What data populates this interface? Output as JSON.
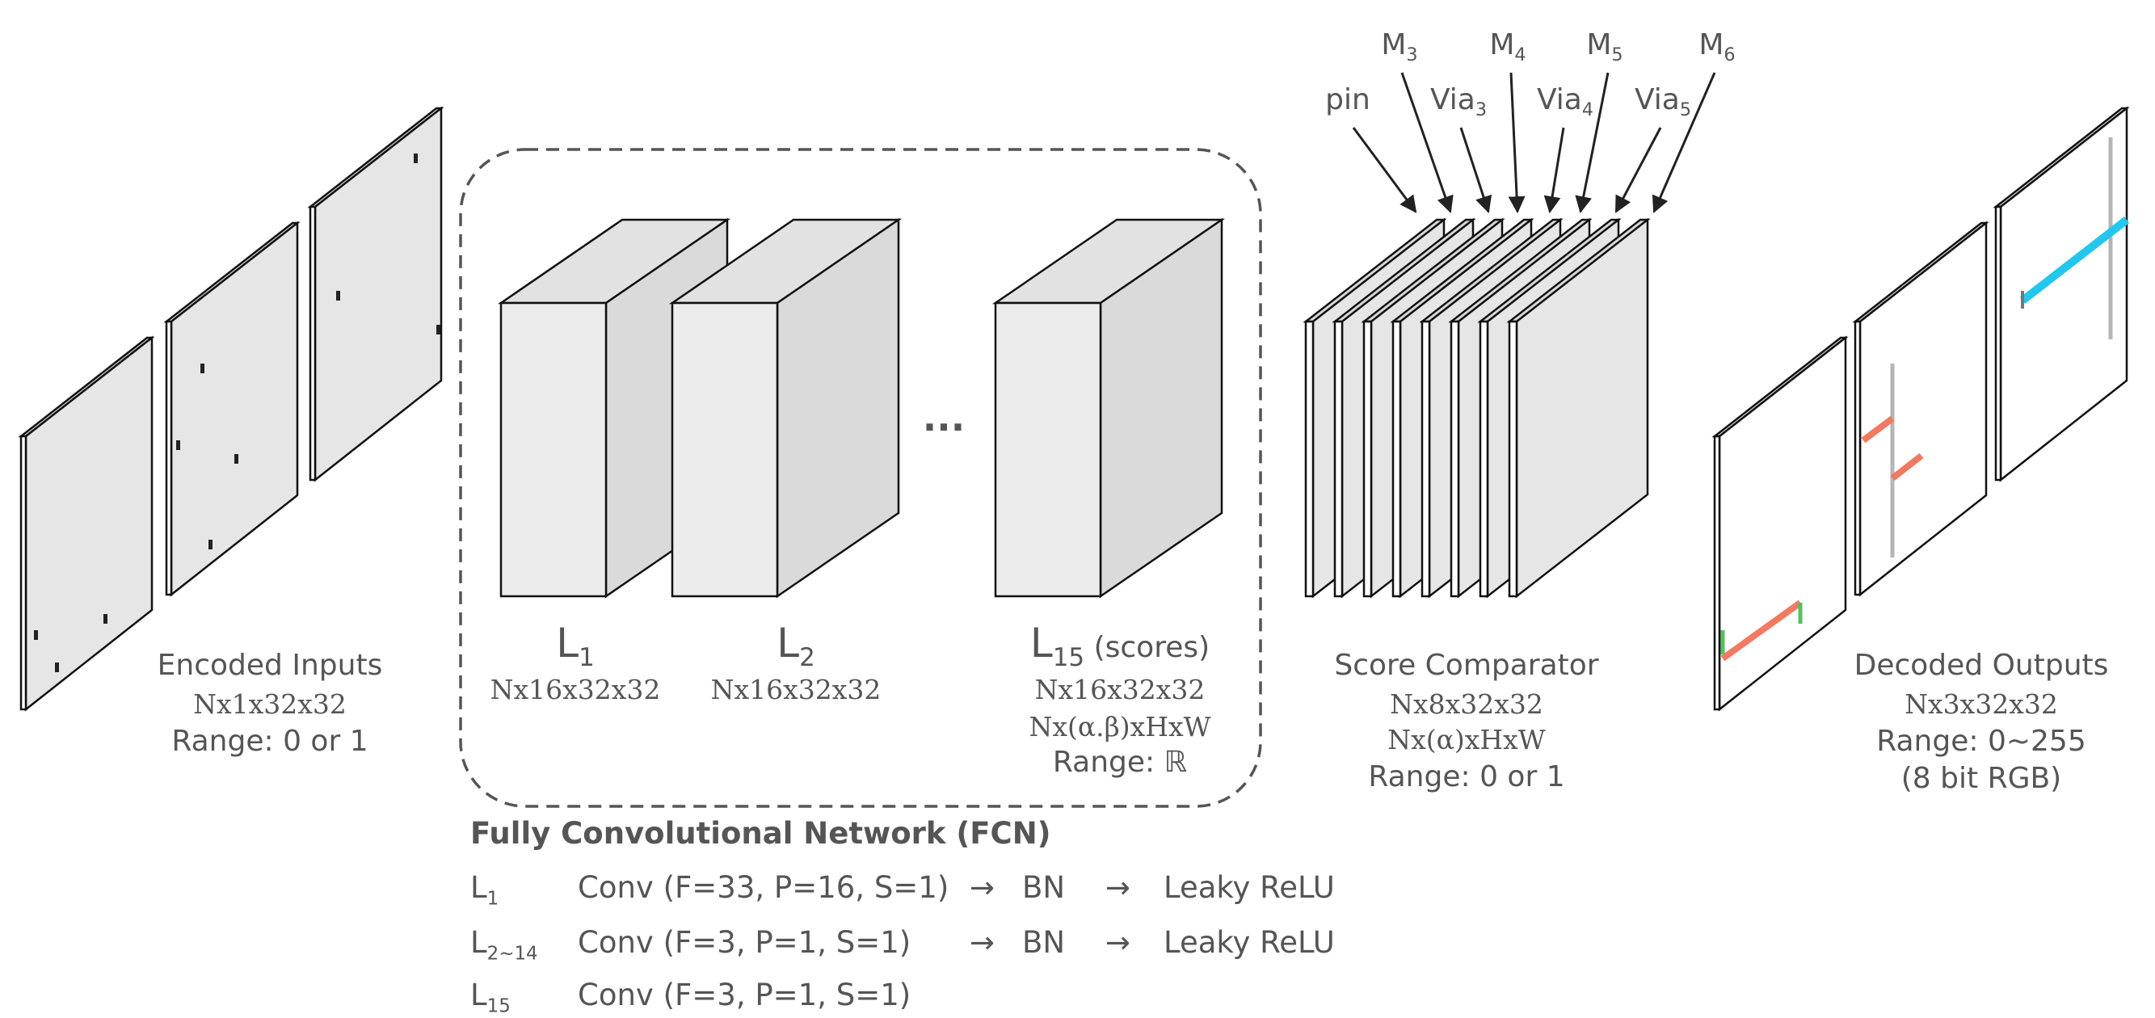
{
  "inputs": {
    "title": "Encoded Inputs",
    "shape": "Nx1x32x32",
    "range": "Range: 0 or 1"
  },
  "layers": [
    {
      "letter": "L",
      "sub": "1",
      "extra": "",
      "shape": "Nx16x32x32"
    },
    {
      "letter": "L",
      "sub": "2",
      "extra": "",
      "shape": "Nx16x32x32"
    },
    {
      "letter": "L",
      "sub": "15",
      "extra": " (scores)",
      "shape": "Nx16x32x32",
      "shape2": "Nx(α.β)xHxW",
      "range": "Range: ℝ"
    }
  ],
  "ellipsis": "...",
  "comparator": {
    "title": "Score Comparator",
    "shape": "Nx8x32x32",
    "shape2": "Nx(α)xHxW",
    "range": "Range: 0 or 1",
    "channels": [
      {
        "base": "pin",
        "sub": ""
      },
      {
        "base": "M",
        "sub": "3"
      },
      {
        "base": "Via",
        "sub": "3"
      },
      {
        "base": "M",
        "sub": "4"
      },
      {
        "base": "Via",
        "sub": "4"
      },
      {
        "base": "M",
        "sub": "5"
      },
      {
        "base": "Via",
        "sub": "5"
      },
      {
        "base": "M",
        "sub": "6"
      }
    ]
  },
  "outputs": {
    "title": "Decoded Outputs",
    "shape": "Nx3x32x32",
    "range": "Range: 0~255",
    "note": "(8 bit RGB)"
  },
  "fcn": {
    "title": "Fully Convolutional Network (FCN)",
    "arrow": "→",
    "rows": [
      {
        "layer": "L",
        "sub": "1",
        "op": "Conv (F=33, P=16, S=1)",
        "bn": "BN",
        "act": "Leaky ReLU"
      },
      {
        "layer": "L",
        "sub": "2~14",
        "op": "Conv (F=3, P=1, S=1)",
        "bn": "BN",
        "act": "Leaky ReLU"
      },
      {
        "layer": "L",
        "sub": "15",
        "op": "Conv (F=3, P=1, S=1)",
        "bn": "",
        "act": ""
      }
    ]
  },
  "colors": {
    "text": "#555555",
    "outline": "#111111",
    "box_front": "#ececec",
    "box_top": "#e2e2e2",
    "box_side": "#dadada",
    "plane_face": "#e6e6e6",
    "dashed": "#555555",
    "wire_red": "#f07a62",
    "wire_blue": "#23c7ee",
    "wire_gray": "#b5b5b5",
    "via_green": "#55c060"
  }
}
